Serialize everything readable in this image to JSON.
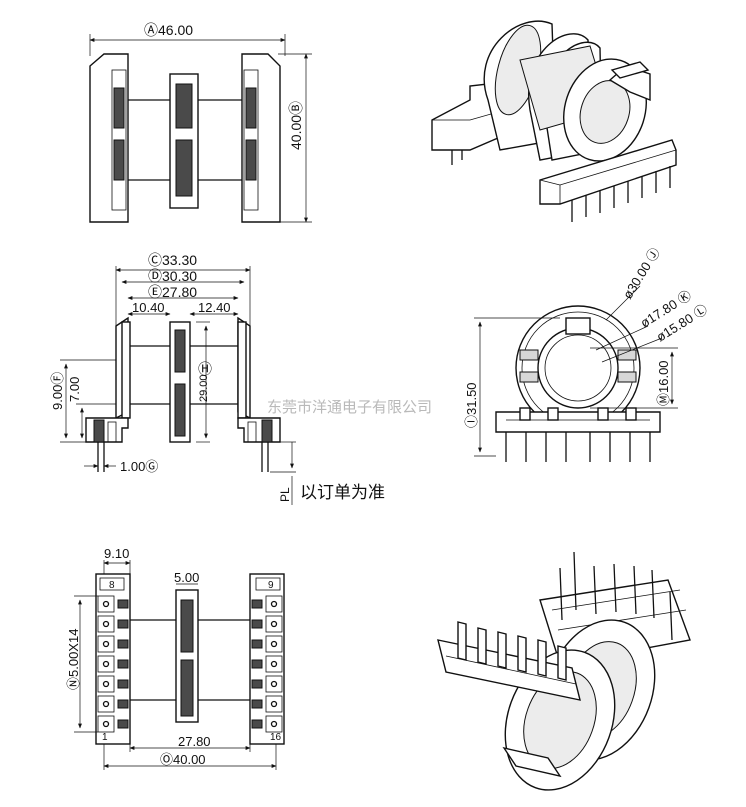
{
  "labels": {
    "a": "Ⓐ46.00",
    "b": "40.00Ⓑ",
    "c": "Ⓒ33.30",
    "d": "Ⓓ30.30",
    "e": "Ⓔ27.80",
    "e1": "10.40",
    "e2": "12.40",
    "f": "9.00Ⓕ",
    "f2": "7.00",
    "g": "1.00Ⓖ",
    "h_letter": "Ⓗ",
    "h_value": "29.00",
    "pl": "PL",
    "pl_note": "以订单为准",
    "j": "ø30.00 Ⓙ",
    "k": "ø17.80 Ⓚ",
    "l": "ø15.80 Ⓛ",
    "i": "Ⓘ31.50",
    "m": "Ⓜ16.00",
    "n": "9.10",
    "o5": "5.00",
    "pitch": "Ⓝ5.00X14",
    "p8": "8",
    "p9": "9",
    "p1": "1",
    "p16": "16",
    "bot1": "27.80",
    "bot2": "Ⓞ40.00",
    "watermark": "东莞市洋通电子有限公司"
  },
  "colors": {
    "line": "#111111",
    "fill_dark": "#4a4a4a",
    "fill_gray": "#d7d7d7",
    "watermark": "#b9b9b9"
  }
}
